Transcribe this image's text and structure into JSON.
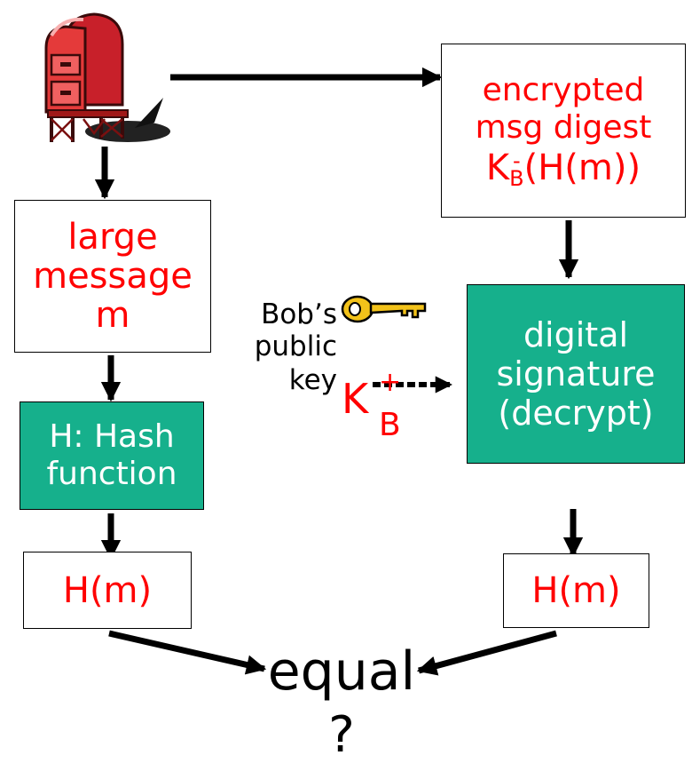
{
  "nodes": {
    "encrypted_digest": {
      "line1": "encrypted",
      "line2": "msg digest",
      "formula": {
        "base": "K",
        "sup": "-",
        "sub": "B",
        "arg": "(H(m))"
      }
    },
    "large_message": {
      "line1": "large",
      "line2": "message",
      "line3": "m"
    },
    "hash_function": {
      "line1": "H: Hash",
      "line2": "function"
    },
    "hash_left": {
      "text": "H(m)"
    },
    "digital_signature": {
      "line1": "digital",
      "line2": "signature",
      "line3": "(decrypt)"
    },
    "hash_right": {
      "text": "H(m)"
    }
  },
  "key_label": {
    "line1": "Bob’s",
    "line2": "public",
    "line3": "key"
  },
  "public_key_symbol": {
    "base": "K",
    "sup": "+",
    "sub": "B"
  },
  "result": {
    "line1": "equal",
    "line2": "?"
  },
  "icons": [
    "mailbox-icon",
    "key-icon"
  ],
  "colors": {
    "box_fill": "#16b08c",
    "text_accent": "#ff0000",
    "stroke": "#000000"
  }
}
